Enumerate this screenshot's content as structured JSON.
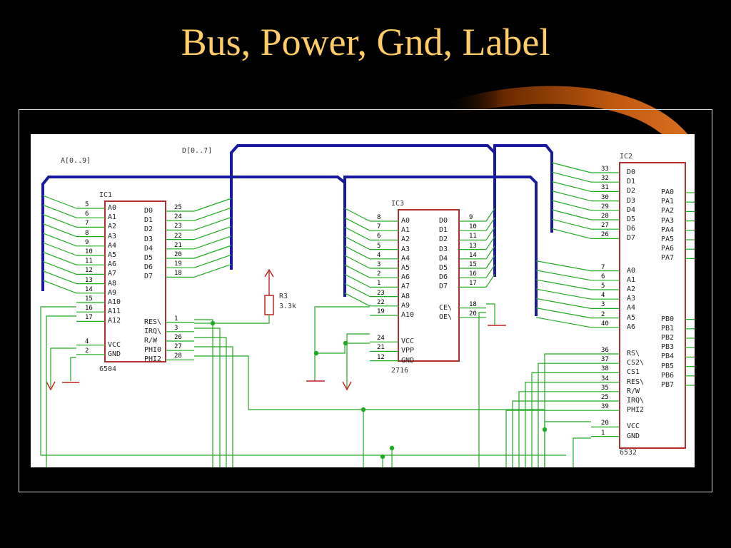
{
  "title": "Bus, Power, Gnd, Label",
  "bus_labels": {
    "addr": "A[0..9]",
    "data": "D[0..7]"
  },
  "ic1": {
    "ref": "IC1",
    "part": "6504",
    "left_pins": [
      "A0",
      "A1",
      "A2",
      "A3",
      "A4",
      "A5",
      "A6",
      "A7",
      "A8",
      "A9",
      "A10",
      "A11",
      "A12",
      "VCC",
      "GND"
    ],
    "left_nums": [
      "5",
      "6",
      "7",
      "8",
      "9",
      "10",
      "11",
      "12",
      "13",
      "14",
      "15",
      "16",
      "17",
      "4",
      "2"
    ],
    "right_pins": [
      "D0",
      "D1",
      "D2",
      "D3",
      "D4",
      "D5",
      "D6",
      "D7",
      "RES\\",
      "IRQ\\",
      "R/W",
      "PHI0",
      "PHI2"
    ],
    "right_nums": [
      "25",
      "24",
      "23",
      "22",
      "21",
      "20",
      "19",
      "18",
      "1",
      "3",
      "26",
      "27",
      "28"
    ]
  },
  "ic3": {
    "ref": "IC3",
    "part": "2716",
    "left_pins": [
      "A0",
      "A1",
      "A2",
      "A3",
      "A4",
      "A5",
      "A6",
      "A7",
      "A8",
      "A9",
      "A10",
      "VCC",
      "VPP",
      "GND"
    ],
    "left_nums": [
      "8",
      "7",
      "6",
      "5",
      "4",
      "3",
      "2",
      "1",
      "23",
      "22",
      "19",
      "24",
      "21",
      "12"
    ],
    "right_pins": [
      "D0",
      "D1",
      "D2",
      "D3",
      "D4",
      "D5",
      "D6",
      "D7",
      "CE\\",
      "OE\\"
    ],
    "right_nums": [
      "9",
      "10",
      "11",
      "13",
      "14",
      "15",
      "16",
      "17",
      "18",
      "20"
    ]
  },
  "ic2": {
    "ref": "IC2",
    "part": "6532",
    "left_pins": [
      "D0",
      "D1",
      "D2",
      "D3",
      "D4",
      "D5",
      "D6",
      "D7",
      "A0",
      "A1",
      "A2",
      "A3",
      "A4",
      "A5",
      "A6",
      "RS\\",
      "CS2\\",
      "CS1",
      "RES\\",
      "R/W",
      "IRQ\\",
      "PHI2",
      "VCC",
      "GND"
    ],
    "left_nums": [
      "33",
      "32",
      "31",
      "30",
      "29",
      "28",
      "27",
      "26",
      "7",
      "6",
      "5",
      "4",
      "3",
      "2",
      "40",
      "36",
      "37",
      "38",
      "34",
      "35",
      "25",
      "39",
      "20",
      "1"
    ],
    "right_pins": [
      "PA0",
      "PA1",
      "PA2",
      "PA3",
      "PA4",
      "PA5",
      "PA6",
      "PA7",
      "PB0",
      "PB1",
      "PB2",
      "PB3",
      "PB4",
      "PB5",
      "PB6",
      "PB7"
    ]
  },
  "r3": {
    "ref": "R3",
    "value": "3.3k"
  },
  "colors": {
    "bus": "#1a1aa0",
    "wire": "#22aa22",
    "ic": "#b03030",
    "title": "#ffcc66"
  }
}
